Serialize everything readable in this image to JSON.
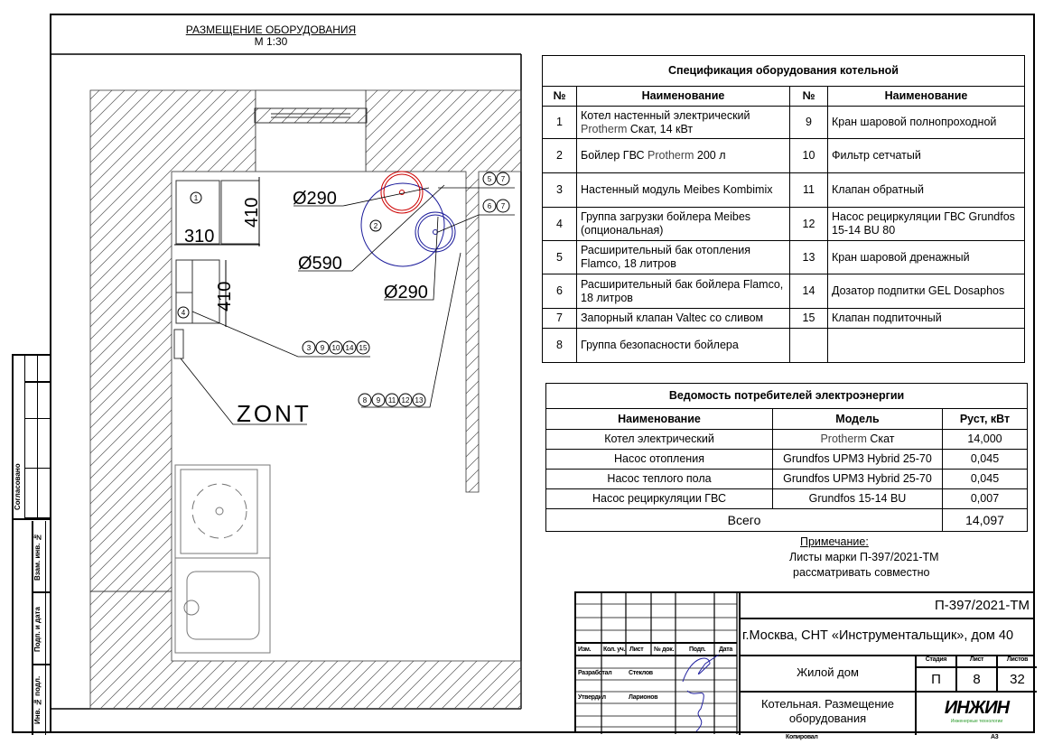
{
  "plan": {
    "title": "РАЗМЕЩЕНИЕ ОБОРУДОВАНИЯ",
    "scale": "М 1:30",
    "dims": {
      "d1": "Ø290",
      "d2": "Ø590",
      "d3": "Ø290",
      "w1": "310",
      "h1": "410",
      "h2": "410"
    },
    "markers": {
      "m1": "1",
      "m2": "2",
      "m4": "4",
      "g57": [
        "5",
        "7"
      ],
      "g67": [
        "6",
        "7"
      ],
      "g3": [
        "3",
        "9",
        "10",
        "14",
        "15"
      ],
      "g8": [
        "8",
        "9",
        "11",
        "12",
        "13"
      ]
    },
    "zont": "ZONT"
  },
  "spec": {
    "title": "Спецификация оборудования котельной",
    "headers": [
      "№",
      "Наименование",
      "№",
      "Наименование"
    ],
    "rows": [
      {
        "n1": "1",
        "a": "Котел настенный электрический",
        "b": "Protherm",
        "c": "Скат, 14 кВт",
        "n2": "9",
        "name2": "Кран шаровой полнопроходной"
      },
      {
        "n1": "2",
        "a": "Бойлер ГВС",
        "b": "Protherm",
        "c": "200 л",
        "n2": "10",
        "name2": "Фильтр сетчатый"
      },
      {
        "n1": "3",
        "a": "Настенный модуль Meibes Kombimix",
        "n2": "11",
        "name2": "Клапан обратный"
      },
      {
        "n1": "4",
        "a": "Группа загрузки бойлера Meibes (опциональная)",
        "n2": "12",
        "name2": "Насос рециркуляции ГВС Grundfos 15-14 BU 80"
      },
      {
        "n1": "5",
        "a": "Расширительный бак отопления Flamco, 18 литров",
        "n2": "13",
        "name2": "Кран шаровой дренажный"
      },
      {
        "n1": "6",
        "a": "Расширительный бак бойлера Flamco, 18 литров",
        "n2": "14",
        "name2": "Дозатор подпитки GEL Dosaphos"
      },
      {
        "n1": "7",
        "a": "Запорный клапан Valtec со сливом",
        "n2": "15",
        "name2": "Клапан подпиточный"
      },
      {
        "n1": "8",
        "a": "Группа безопасности бойлера",
        "n2": "",
        "name2": ""
      }
    ]
  },
  "electric": {
    "title": "Ведомость потребителей электроэнергии",
    "headers": [
      "Наименование",
      "Модель",
      "Руст, кВт"
    ],
    "rows": [
      {
        "name": "Котел электрический",
        "brand": "Protherm",
        "model": "Скат",
        "p": "14,000"
      },
      {
        "name": "Насос отопления",
        "brand": "",
        "model": "Grundfos UPM3 Hybrid 25-70",
        "p": "0,045"
      },
      {
        "name": "Насос теплого пола",
        "brand": "",
        "model": "Grundfos UPM3 Hybrid 25-70",
        "p": "0,045"
      },
      {
        "name": "Насос рециркуляции ГВС",
        "brand": "",
        "model": "Grundfos 15-14 BU",
        "p": "0,007"
      }
    ],
    "total_label": "Всего",
    "total": "14,097"
  },
  "note": {
    "title": "Примечание:",
    "line1": "Листы марки П-397/2021-ТМ",
    "line2": "рассматривать совместно"
  },
  "titleblock": {
    "code": "П-397/2021-ТМ",
    "address": "г.Москва, СНТ «Инструментальщик», дом 40",
    "cols": [
      "Изм.",
      "Кол. уч.",
      "Лист",
      "№ док.",
      "Подп.",
      "Дата"
    ],
    "developed": "Разработал",
    "developer": "Стеклов",
    "approved": "Утвердил",
    "approver": "Ларионов",
    "object": "Жилой дом",
    "stage_h": "Стадия",
    "sheet_h": "Лист",
    "sheets_h": "Листов",
    "stage": "П",
    "sheet": "8",
    "sheets": "32",
    "sheet_title": "Котельная. Размещение оборудования",
    "logo": "ИНЖИН",
    "logo_sub": "Инженерные технологии",
    "copied": "Копировал",
    "format": "А3"
  },
  "side": {
    "agreed": "Согласовано",
    "inv_vz": "Взам. инв. №",
    "sign_date": "Подп. и дата",
    "inv_orig": "Инв. № подл."
  }
}
